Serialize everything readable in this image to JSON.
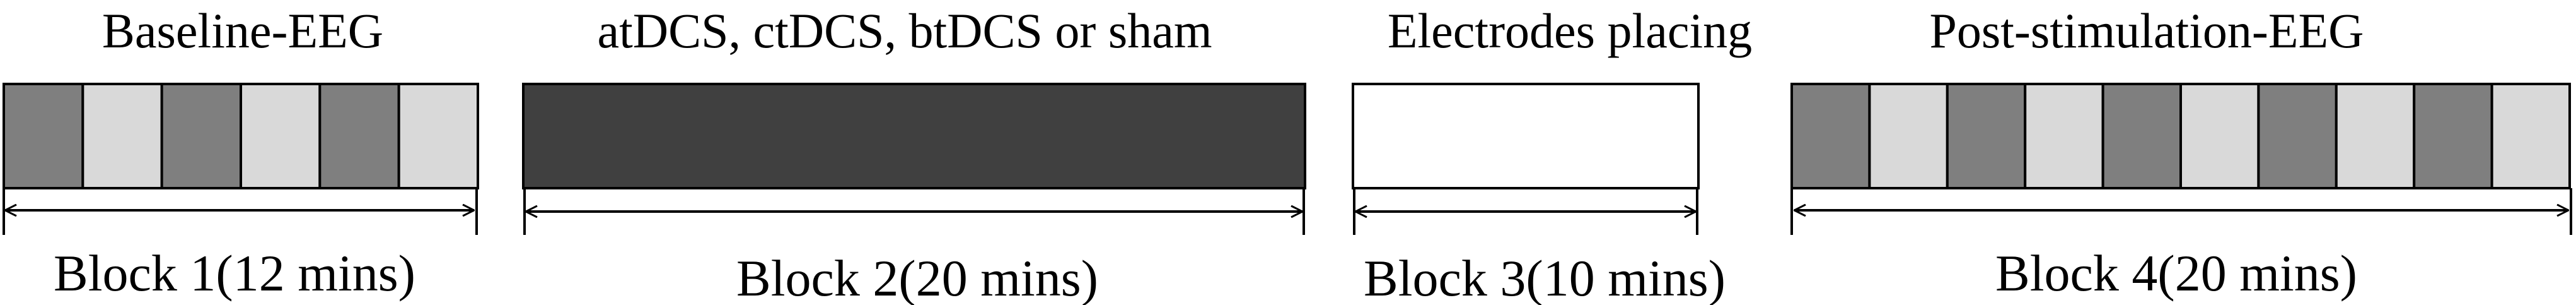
{
  "colors": {
    "dark_gray": "#7f7f7f",
    "light_gray": "#d9d9d9",
    "stimulation": "#404040",
    "blank": "#ffffff",
    "outline": "#000000"
  },
  "blocks": [
    {
      "title": "Baseline-EEG",
      "label": "Block 1(12 mins)",
      "segments": [
        "dark_gray",
        "light_gray",
        "dark_gray",
        "light_gray",
        "dark_gray",
        "light_gray"
      ]
    },
    {
      "title": "atDCS, ctDCS, btDCS or sham",
      "label": "Block 2(20 mins)",
      "segments": [
        "stimulation"
      ]
    },
    {
      "title": "Electrodes placing",
      "label": "Block 3(10 mins)",
      "segments": [
        "blank"
      ]
    },
    {
      "title": "Post-stimulation-EEG",
      "label": "Block 4(20 mins)",
      "segments": [
        "dark_gray",
        "light_gray",
        "dark_gray",
        "light_gray",
        "dark_gray",
        "light_gray",
        "dark_gray",
        "light_gray",
        "dark_gray",
        "light_gray"
      ]
    }
  ]
}
